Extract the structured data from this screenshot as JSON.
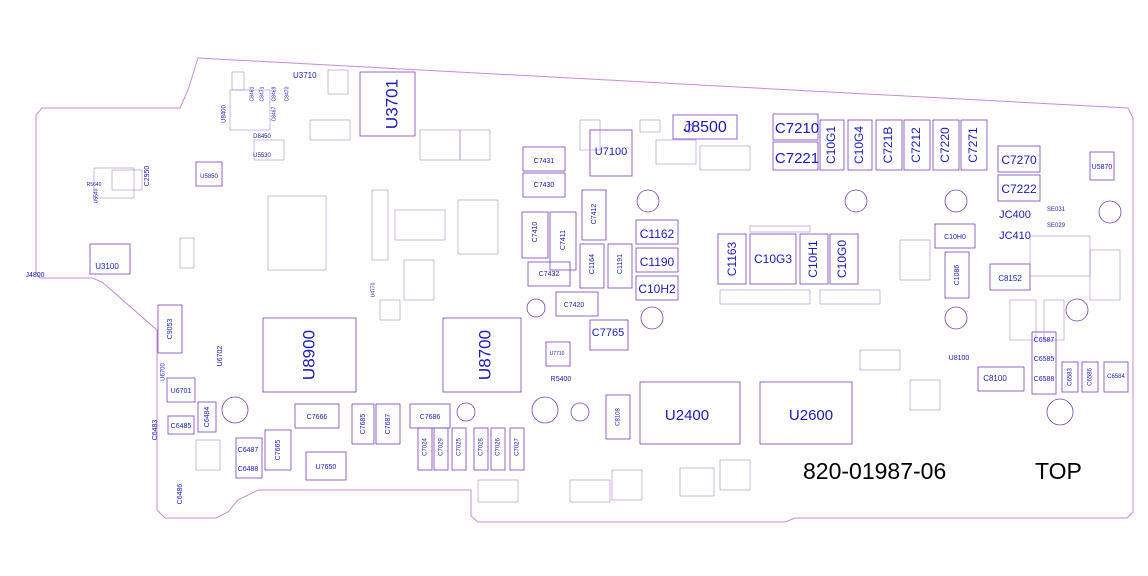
{
  "board": {
    "number": "820-01987-06",
    "side": "TOP"
  },
  "colors": {
    "outline": "#c88ad8",
    "component": "#7b3fbf",
    "label": "#1a1ab8",
    "footer_text": "#000000"
  },
  "components": {
    "U3701": "U3701",
    "U3710": "U3710",
    "J8500": "J8500",
    "C7210": "C7210",
    "C7221": "C7221",
    "C10G1": "C10G1",
    "C10G4": "C10G4",
    "C721B": "C721B",
    "C7212": "C7212",
    "C7220": "C7220",
    "C7271": "C7271",
    "C7270": "C7270",
    "C7222": "C7222",
    "JC400": "JC400",
    "JC410": "JC410",
    "U5870": "U5870",
    "U7100": "U7100",
    "C7431": "C7431",
    "C7430": "C7430",
    "C7410": "C7410",
    "C7411": "C7411",
    "C7412": "C7412",
    "C7432": "C7432",
    "C1164": "C1164",
    "C1191": "C1191",
    "C1162": "C1162",
    "C1190": "C1190",
    "C10H2": "C10H2",
    "C1163": "C1163",
    "C10G3": "C10G3",
    "C10H1": "C10H1",
    "C10G0": "C10G0",
    "C10H0": "C10H0",
    "C1086": "C1086",
    "C8152": "C8152",
    "C7420": "C7420",
    "C7765": "C7765",
    "U8900": "U8900",
    "U8700": "U8700",
    "U2400": "U2400",
    "U2600": "U2600",
    "C8100": "C8100",
    "U8100": "U8100",
    "C6587": "C6587",
    "C6585": "C6585",
    "C6588": "C6588",
    "C6583": "C6583",
    "C6586": "C6586",
    "C6584": "C6584",
    "C9053": "C9053",
    "U6702": "U6702",
    "U6701": "U6701",
    "U6700": "U6700",
    "C6484": "C6484",
    "C6485": "C6485",
    "C6483": "C6483",
    "C6487": "C6487",
    "C6488": "C6488",
    "C6486": "C6486",
    "C7665": "C7665",
    "C7666": "C7666",
    "C7685": "C7685",
    "C7687": "C7687",
    "C7686": "C7686",
    "U7650": "U7650",
    "C7024": "C7024",
    "C7029": "C7029",
    "C7025": "C7025",
    "C7028": "C7028",
    "C7026": "C7026",
    "C7027": "C7027",
    "C8108": "C8108",
    "R5400": "R5400",
    "U7710": "U7710",
    "U3100": "U3100",
    "J4800": "J4800",
    "U5850": "U5850",
    "U8400": "U8400",
    "U5530": "U5530",
    "D8450": "D8450",
    "C2950": "C2950",
    "R5640": "R5640",
    "C8461": "C8461",
    "C8471": "C8471",
    "C8469": "C8469",
    "C8470": "C8470",
    "C8467": "C8467",
    "SE031": "SE031",
    "SE029": "SE029",
    "U4770": "U4770",
    "U5540": "U5540"
  }
}
